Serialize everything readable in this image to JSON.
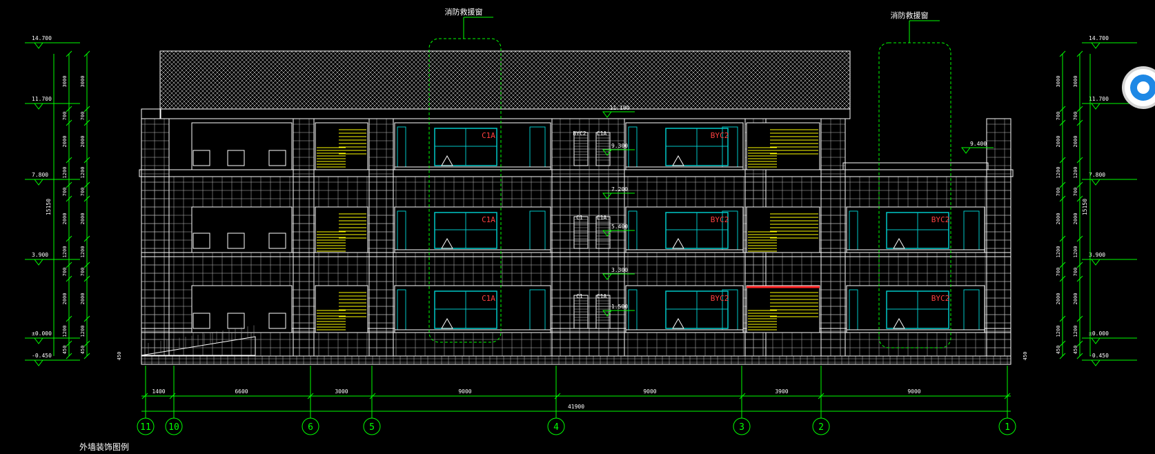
{
  "drawing": {
    "title": "外墙装饰图例",
    "annotations": {
      "fire_window_left": "消防救援窗",
      "fire_window_right": "消防救援窗"
    },
    "levels_left": [
      "14.700",
      "11.700",
      "7.800",
      "3.900",
      "±0.000",
      "-0.450"
    ],
    "levels_right": [
      "14.700",
      "11.700",
      "7.800",
      "3.900",
      "±0.000",
      "-0.450"
    ],
    "vertical_dims": [
      "3000",
      "700",
      "2000",
      "1200",
      "700",
      "2000",
      "1200",
      "700",
      "2000",
      "1200",
      "450"
    ],
    "overall_height": "15150",
    "inner_levels": [
      "11.100",
      "9.300",
      "9.400",
      "7.200",
      "5.400",
      "3.300",
      "1.500"
    ],
    "left_450": "450",
    "right_450": "450",
    "horizontal_dims": [
      "1400",
      "6600",
      "3000",
      "9000",
      "9000",
      "3900",
      "9000"
    ],
    "overall_width": "41900",
    "grid_axes": [
      "11",
      "10",
      "6",
      "5",
      "4",
      "3",
      "2",
      "1"
    ],
    "window_tags": [
      "C1A",
      "BYC2",
      "BYC2",
      "C1A",
      "C1A",
      "BYC2",
      "BYC2",
      "C1",
      "C1A",
      "C1A",
      "BYC2",
      "BYC2",
      "C1",
      "C1A"
    ]
  },
  "colors": {
    "line": "#ffffff",
    "dim": "#00ff00",
    "cyan": "#00c8c8",
    "yellow": "#ffff00",
    "red": "#ff2020",
    "tag": "#ff4040",
    "nav": "#1e88e5"
  },
  "controls": {
    "nav_icon": "navigation-wheel-icon"
  }
}
